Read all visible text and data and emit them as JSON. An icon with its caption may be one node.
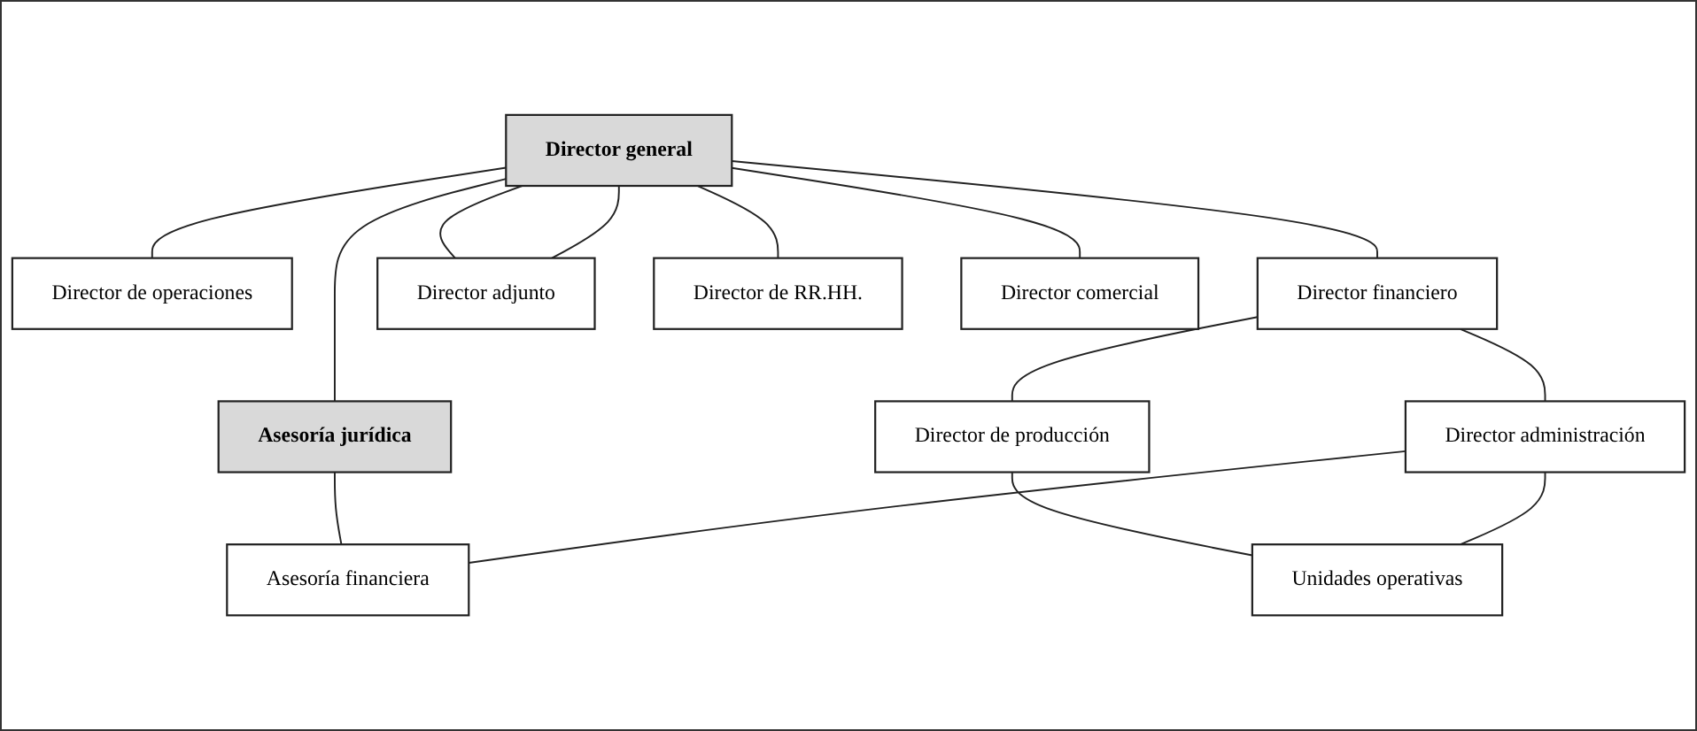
{
  "diagram": {
    "nodes": [
      {
        "text": [
          "Director general"
        ]
      },
      {
        "text": [
          "Asesoría jurídica"
        ]
      },
      {
        "text": [
          "Director de operaciones"
        ]
      },
      {
        "text": [
          "Director financiero"
        ]
      },
      {
        "text": [
          "Director adjunto"
        ]
      },
      {
        "text": [
          "Director de RR.HH."
        ]
      },
      {
        "text": [
          "Director de producción"
        ]
      },
      {
        "text": [
          "Director comercial"
        ]
      },
      {
        "text": [
          "Director administración"
        ]
      },
      {
        "text": [
          "Asesoría financiera"
        ]
      },
      {
        "text": [
          "Unidades operativas"
        ]
      }
    ],
    "edges": [
      {
        "from": 0,
        "to": 1,
        "arrow": "none"
      },
      {
        "from": 0,
        "to": 2,
        "arrow": "none"
      },
      {
        "from": 0,
        "to": 3,
        "arrow": "none"
      },
      {
        "from": 0,
        "to": 4,
        "arrow": "none"
      },
      {
        "from": 0,
        "to": 5,
        "arrow": "none"
      },
      {
        "from": 0,
        "to": 4,
        "arrow": "none"
      },
      {
        "from": 0,
        "to": 7,
        "arrow": "none"
      },
      {
        "from": 3,
        "to": 6,
        "arrow": "none"
      },
      {
        "from": 3,
        "to": 8,
        "arrow": "none"
      },
      {
        "from": 1,
        "to": 9,
        "arrow": "none"
      },
      {
        "from": 8,
        "to": 9,
        "arrow": "none"
      },
      {
        "from": 6,
        "to": 10,
        "arrow": "none"
      },
      {
        "from": 8,
        "to": 10,
        "arrow": "none"
      }
    ]
  }
}
